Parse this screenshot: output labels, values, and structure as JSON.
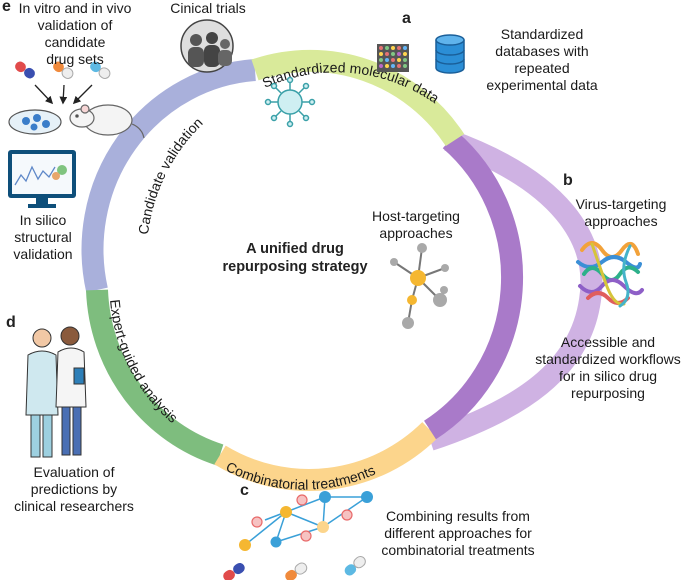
{
  "center": {
    "line1": "A unified drug",
    "line2": "repurposing strategy"
  },
  "ring_segments": {
    "standardized": "Standardized molecular data",
    "candidate": "Candidate validation",
    "expert": "Expert-guided analysis",
    "combinatorial": "Combinatorial treatments"
  },
  "panels": {
    "a": {
      "letter": "a",
      "text": [
        "Standardized",
        "databases with",
        "repeated",
        "experimental data"
      ]
    },
    "b": {
      "letter": "b",
      "title": [
        "Virus-targeting",
        "approaches"
      ],
      "workflow": [
        "Accessible and",
        "standardized workflows",
        "for in silico drug",
        "repurposing"
      ]
    },
    "c": {
      "letter": "c",
      "text": [
        "Combining results from",
        "different approaches for",
        "combinatorial treatments"
      ]
    },
    "d": {
      "letter": "d",
      "text": [
        "Evaluation of",
        "predictions by",
        "clinical researchers"
      ]
    },
    "e": {
      "letter": "e",
      "text": [
        "In vitro and in vivo",
        "validation of candidate",
        "drug sets"
      ],
      "silico": [
        "In silico",
        "structural",
        "validation"
      ]
    }
  },
  "host_targeting": [
    "Host-targeting",
    "approaches"
  ],
  "clinical_trials": "Cinical trials",
  "colors": {
    "ring_green_top": "#d9ea9a",
    "ring_blue": "#a9b0db",
    "ring_green": "#7ebd7e",
    "ring_orange": "#fcd58c",
    "ring_purple_dark": "#a97ac9",
    "ring_purple_light": "#cfb2e3",
    "node_yellow": "#f5b731",
    "node_gray": "#a9a9a9",
    "node_blue": "#3aa0d8",
    "virus_red": "#e86a6a"
  }
}
